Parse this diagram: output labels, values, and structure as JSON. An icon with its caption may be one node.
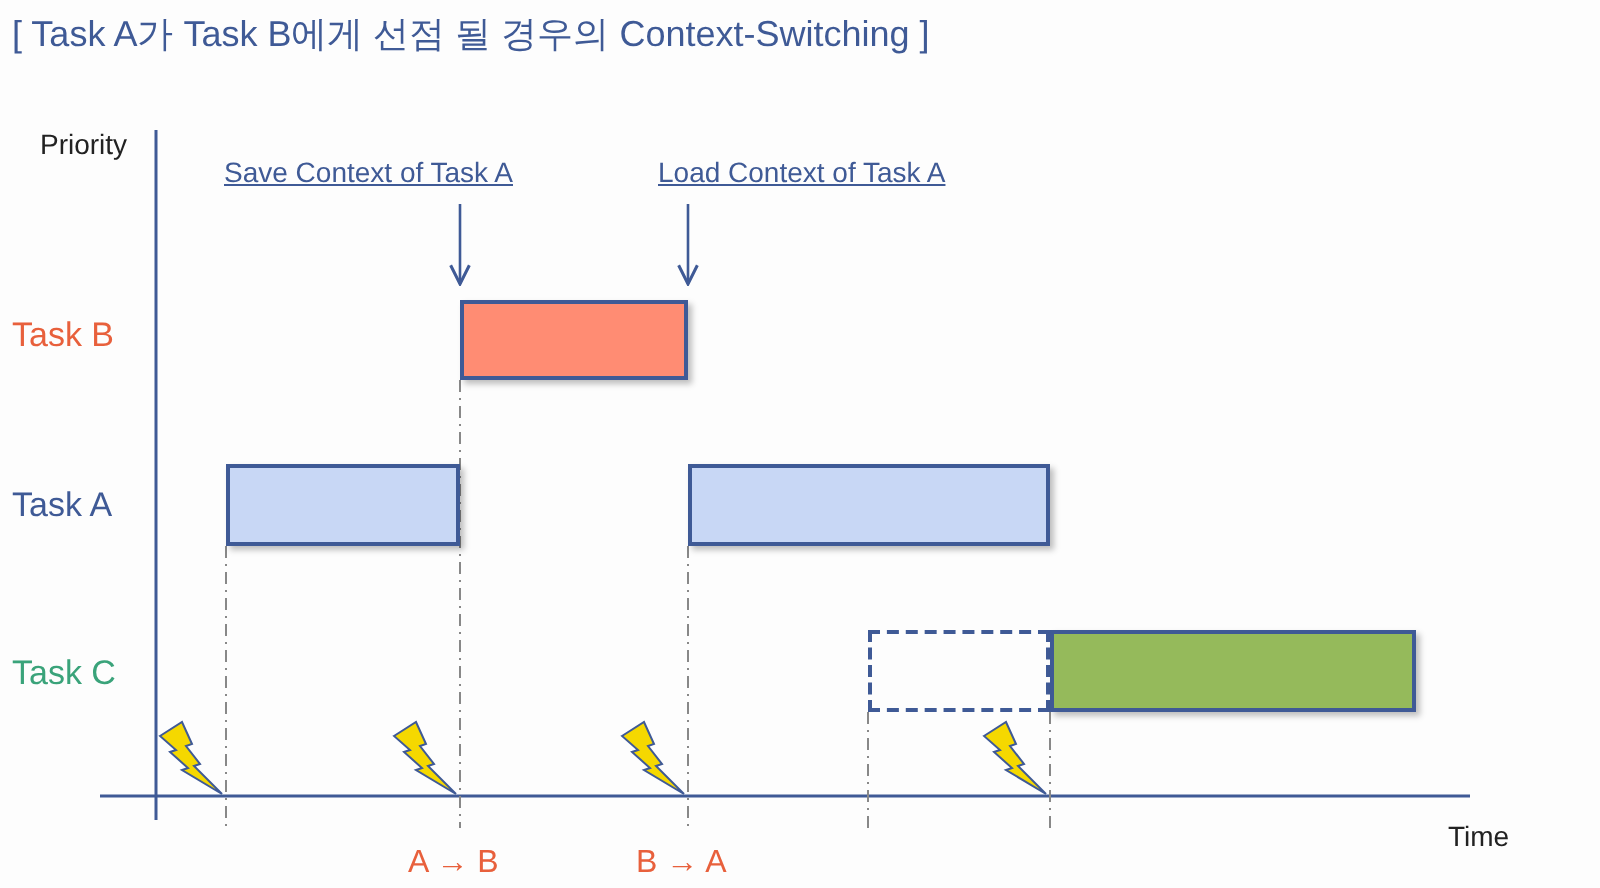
{
  "diagram": {
    "title": "[ Task A가 Task B에게 선점 될 경우의 Context-Switching ]",
    "nodes": [
      {
        "text": [
          "Save Context of Task A"
        ]
      },
      {
        "text": [
          "Load Context of Task A"
        ]
      },
      {
        "text": [],
        "shape": "bar"
      },
      {
        "text": [],
        "shape": "bar"
      },
      {
        "text": [],
        "shape": "bar"
      },
      {
        "text": [],
        "shape": "box"
      },
      {
        "text": [],
        "shape": "bar"
      }
    ],
    "edges": [
      {
        "from": 0,
        "to": 2,
        "arrow": "to"
      },
      {
        "from": 1,
        "to": 2,
        "arrow": "to"
      }
    ],
    "labels": [
      "Priority",
      "Task B",
      "Task A",
      "Task C",
      "Time",
      "A → B",
      "B → A"
    ]
  }
}
